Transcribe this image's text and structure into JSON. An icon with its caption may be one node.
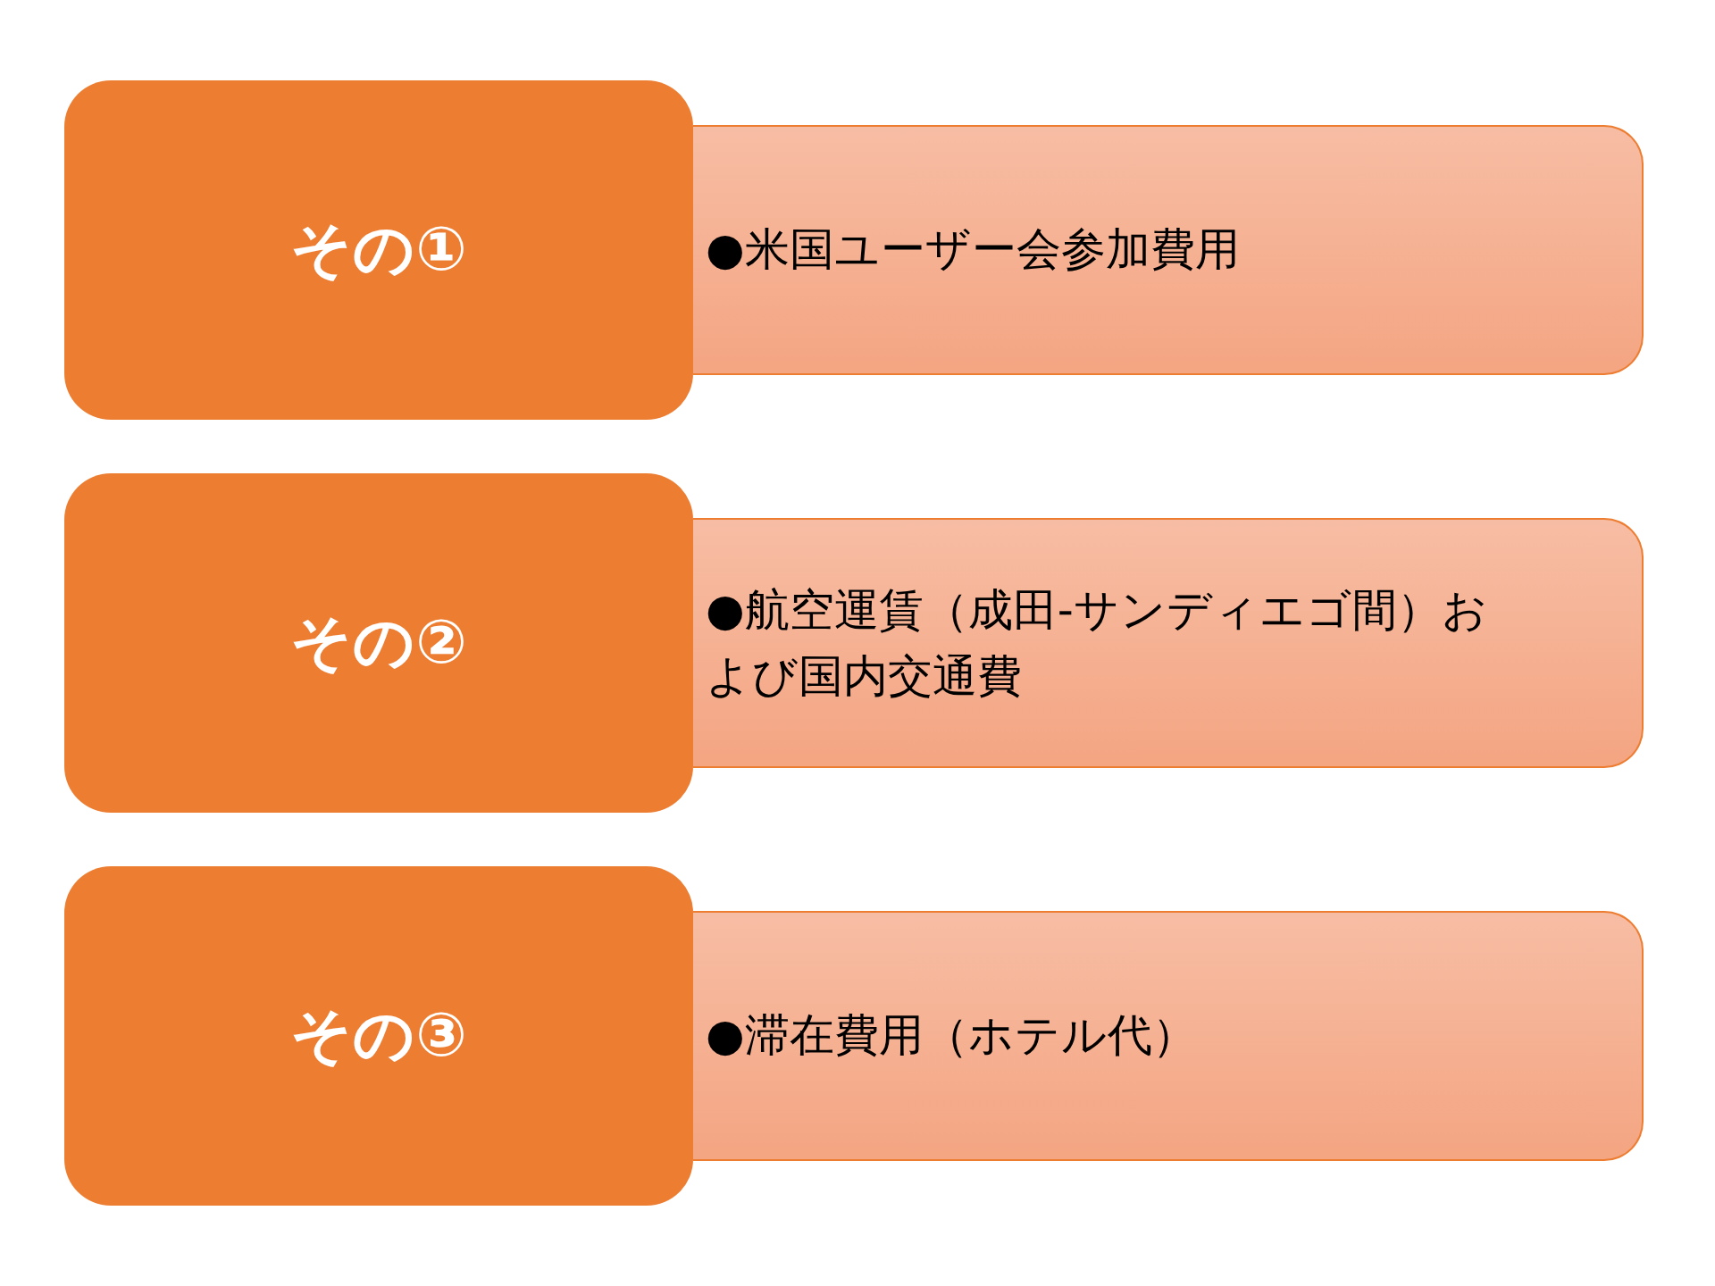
{
  "diagram": {
    "nodes": [
      {
        "text": [
          "その①"
        ]
      },
      {
        "text": [
          "●米国ユーザー会参加費用"
        ]
      },
      {
        "text": [
          "その②"
        ]
      },
      {
        "text": [
          "●航空運賃（成田-サンディエゴ間）および国内交通費"
        ]
      },
      {
        "text": [
          "その③"
        ]
      },
      {
        "text": [
          "●滞在費用（ホテル代）"
        ]
      }
    ]
  }
}
